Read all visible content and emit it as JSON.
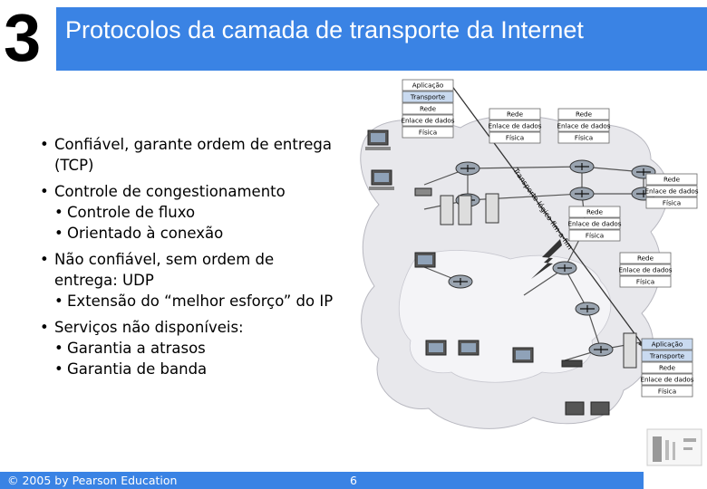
{
  "slide": {
    "chapter": "3",
    "title": "Protocolos da camada de transporte da Internet"
  },
  "bullets": [
    {
      "lines": [
        "Confiável, garante ordem de entrega",
        "(TCP)"
      ],
      "sub": []
    },
    {
      "lines": [
        "Controle de congestionamento"
      ],
      "sub": [
        "Controle de fluxo",
        "Orientado à conexão"
      ]
    },
    {
      "lines": [
        "Não confiável, sem ordem de",
        "entrega: UDP"
      ],
      "sub": [
        "Extensão do “melhor esforço” do IP"
      ]
    },
    {
      "lines": [
        "Serviços não disponíveis:"
      ],
      "sub": [
        "Garantia a atrasos",
        "Garantia de banda"
      ]
    }
  ],
  "footer": {
    "copyright": "© 2005 by Pearson Education",
    "page": "6"
  },
  "diagram": {
    "angled_label": "Transporte lógico fim-a-fim",
    "stacks": {
      "host_top": [
        "Aplicação",
        "Transporte",
        "Rede",
        "Enlace de dados",
        "Física"
      ],
      "router_a": [
        "Rede",
        "Enlace de dados",
        "Física"
      ],
      "router_b": [
        "Rede",
        "Enlace de dados",
        "Física"
      ],
      "router_c": [
        "Rede",
        "Enlace de dados",
        "Física"
      ],
      "router_d": [
        "Rede",
        "Enlace de dados",
        "Física"
      ],
      "router_e": [
        "Rede",
        "Enlace de dados",
        "Física"
      ],
      "host_bottom": [
        "Aplicação",
        "Transporte",
        "Rede",
        "Enlace de dados",
        "Física"
      ]
    },
    "colors": {
      "title_bar": "#3a83e4",
      "cloud": "#e8e8ec",
      "highlight_layer": "#c9daf0"
    }
  }
}
